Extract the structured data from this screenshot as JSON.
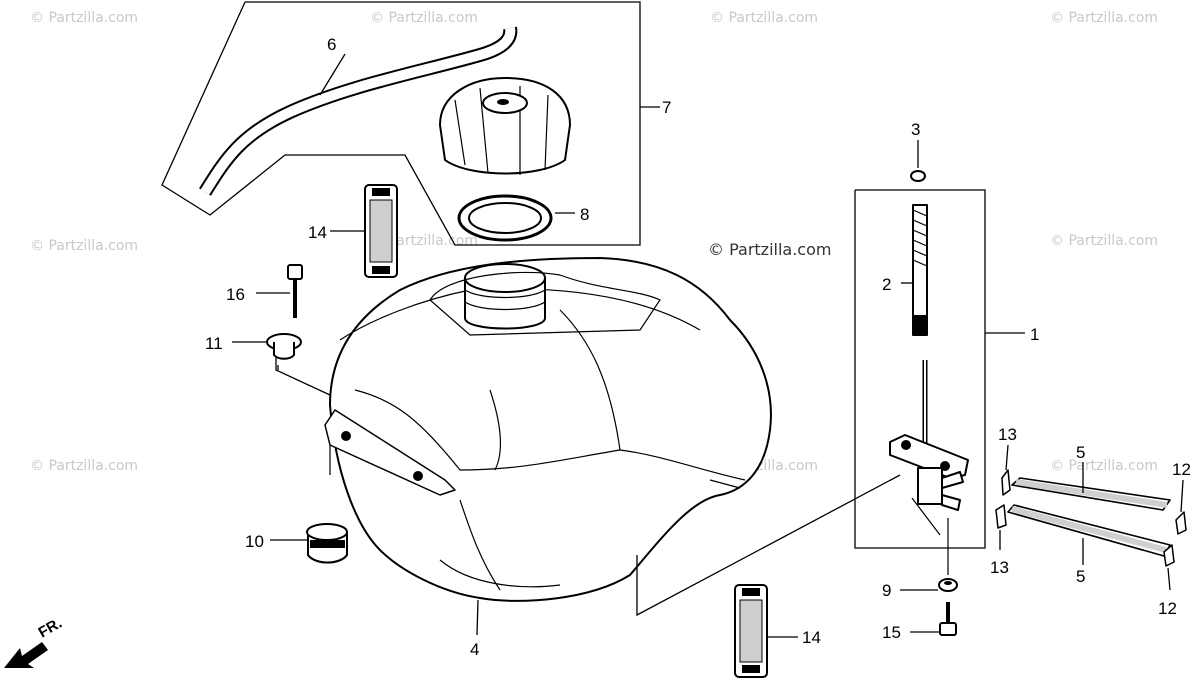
{
  "diagram": {
    "watermark": "© Partzilla.com",
    "direction_marker": "FR.",
    "callouts": [
      {
        "id": "c1",
        "label": "1"
      },
      {
        "id": "c2",
        "label": "2"
      },
      {
        "id": "c3",
        "label": "3"
      },
      {
        "id": "c4",
        "label": "4"
      },
      {
        "id": "c5a",
        "label": "5"
      },
      {
        "id": "c5b",
        "label": "5"
      },
      {
        "id": "c6",
        "label": "6"
      },
      {
        "id": "c7",
        "label": "7"
      },
      {
        "id": "c8",
        "label": "8"
      },
      {
        "id": "c9",
        "label": "9"
      },
      {
        "id": "c10",
        "label": "10"
      },
      {
        "id": "c11",
        "label": "11"
      },
      {
        "id": "c12a",
        "label": "12"
      },
      {
        "id": "c12b",
        "label": "12"
      },
      {
        "id": "c13a",
        "label": "13"
      },
      {
        "id": "c13b",
        "label": "13"
      },
      {
        "id": "c14a",
        "label": "14"
      },
      {
        "id": "c14b",
        "label": "14"
      },
      {
        "id": "c15",
        "label": "15"
      },
      {
        "id": "c16",
        "label": "16"
      }
    ]
  }
}
